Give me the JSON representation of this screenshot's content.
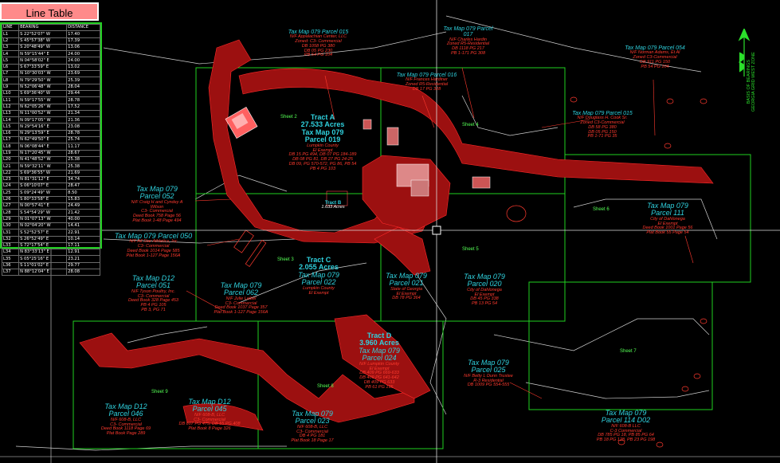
{
  "line_table": {
    "title": "Line Table",
    "headers": [
      "LINE",
      "BEARING",
      "DISTANCE"
    ],
    "rows": [
      [
        "L1",
        "S 22°52'07\" W",
        "17.40"
      ],
      [
        "L2",
        "S 45°57'38\" W",
        "17.39"
      ],
      [
        "L3",
        "S 20°48'49\" W",
        "13.06"
      ],
      [
        "L4",
        "N 59°15'44\" E",
        "24.00"
      ],
      [
        "L5",
        "N 04°58'02\" E",
        "24.00"
      ],
      [
        "L6",
        "S 67°33'59\" E",
        "13.02"
      ],
      [
        "L7",
        "N 10°30'03\" W",
        "23.69"
      ],
      [
        "L8",
        "N 79°29'50\" W",
        "25.39"
      ],
      [
        "L9",
        "N 52°06'48\" W",
        "28.04"
      ],
      [
        "L10",
        "S 69°36'40\" W",
        "29.44"
      ],
      [
        "L11",
        "N 59°17'55\" W",
        "28.78"
      ],
      [
        "L12",
        "N 62°05'26\" W",
        "17.52"
      ],
      [
        "L13",
        "N 11°00'52\" W",
        "21.34"
      ],
      [
        "L14",
        "N 09°17'05\" W",
        "21.36"
      ],
      [
        "L15",
        "N 29°54'16\" E",
        "23.08"
      ],
      [
        "L16",
        "N 29°13'59\" E",
        "28.78"
      ],
      [
        "L17",
        "N 62°49'50\" E",
        "25.74"
      ],
      [
        "L18",
        "N 06°08'44\" E",
        "11.17"
      ],
      [
        "L19",
        "N 17°20'45\" W",
        "28.67"
      ],
      [
        "L20",
        "N 41°48'52\" W",
        "25.38"
      ],
      [
        "L21",
        "N 59°32'11\" W",
        "25.38"
      ],
      [
        "L22",
        "S 69°36'55\" W",
        "21.69"
      ],
      [
        "L23",
        "N 81°31'12\" E",
        "34.74"
      ],
      [
        "L24",
        "S 06°10'07\" E",
        "28.47"
      ],
      [
        "L25",
        "S 09°24'49\" W",
        "8.50"
      ],
      [
        "L26",
        "S 80°33'58\" E",
        "15.83"
      ],
      [
        "L27",
        "N 00°57'41\" E",
        "24.49"
      ],
      [
        "L28",
        "S 54°54'29\" W",
        "21.42"
      ],
      [
        "L29",
        "N 01°07'13\" W",
        "40.00"
      ],
      [
        "L30",
        "N 02°04'20\" W",
        "14.41"
      ],
      [
        "L31",
        "S 52°52'57\" E",
        "22.91"
      ],
      [
        "L32",
        "S 26°52'49\" E",
        "10.14"
      ],
      [
        "L33",
        "S 72°17'54\" E",
        "17.11"
      ],
      [
        "L34",
        "N 83°33'13\" E",
        "12.91"
      ],
      [
        "L35",
        "S 05°25'16\" E",
        "23.21"
      ],
      [
        "L36",
        "S 11°01'02\" E",
        "29.77"
      ],
      [
        "L37",
        "N 88°12'04\" E",
        "28.08"
      ]
    ]
  },
  "sheets": [
    "Sheet 2",
    "Sheet 3",
    "Sheet 4",
    "Sheet 5",
    "Sheet 6",
    "Sheet 7",
    "Sheet 8",
    "Sheet 9"
  ],
  "tracts": {
    "a": {
      "title": "Tract A",
      "acres": "27.533 Acres",
      "tm": "Tax Map 079",
      "parcel": "Parcel 019",
      "lines": [
        "Lumpkin County",
        "El Exempt",
        "DB 15 PG 494, DB 07 PG 184-189",
        "DB 08 PG 81, DB 27 PG 24-25",
        "DB 09, PG 570-572, PG 86, PB 54",
        "PB 4 PG 103"
      ]
    },
    "b": {
      "title": "Tract B",
      "acres": "1.633 Acres"
    },
    "c": {
      "title": "Tract C",
      "acres": "2.055 Acres",
      "tm": "Tax Map 079",
      "parcel": "Parcel 022",
      "lines": [
        "Lumpkin County",
        "El Exempt"
      ]
    },
    "d": {
      "title": "Tract D",
      "acres": "3.960 Acres",
      "tm": "Tax Map 079",
      "parcel": "Parcel 024",
      "lines": [
        "N/F Lumpkin County",
        "El Exempt",
        "DB 409 PG 669-633",
        "DB 409 PG 641-642",
        "DB 409 PG 633",
        "PB 61 PG 195"
      ]
    }
  },
  "parcels": {
    "p015_top": {
      "tm": "Tax Map 079 Parcel 015",
      "lines": [
        "N/F Appalachian Center, LLC",
        "Zoned: C3- Commercial",
        "DB 1058 PG 380",
        "DB 05 PG 230",
        "PB 54 PG 104"
      ]
    },
    "p017": {
      "tm": "Tax Map 079 Parcel",
      "parcel": "017",
      "lines": [
        "N/F Charles Hardin",
        "Zoned R5-Residential",
        "DB 1118 PG 217",
        "PB 1-171 PG 308"
      ]
    },
    "p016": {
      "tm": "Tax Map 079 Parcel 016",
      "lines": [
        "N/F Frances Hardiner",
        "Zoned R5-Residential",
        "DB 17 PG 328"
      ]
    },
    "p054": {
      "tm": "Tax Map 079 Parcel 054",
      "lines": [
        "N/F Norman Adams, Et Al",
        "Zoned C3-Commercial",
        "DB 911 PG 150",
        "PB 54 PG 104"
      ]
    },
    "p015_right": {
      "tm": "Tax Map 079 Parcel 015",
      "lines": [
        "N/F Douglass H. Cook Sr.",
        "Zoned C3-Commercial",
        "DB 58 PG 380",
        "DB 05 PG 150",
        "PB 1-71 PG 35"
      ]
    },
    "p052": {
      "tm": "Tax Map 079",
      "parcel": "Parcel 052",
      "lines": [
        "N/F Craig H and Cyndey A",
        "Wilson",
        "C3- Commercial",
        "Deed Book 758 Page 56",
        "Plat Book 1-48 Page 494"
      ]
    },
    "p050": {
      "tm": "Tax Map 079 Parcel 050",
      "lines": [
        "N/F All Star Athletics, Inc",
        "C3- Commercial",
        "Deed Book 1014 Page 585",
        "Plat Book 1-127 Page 156A"
      ]
    },
    "d12_051": {
      "tm": "Tax Map D12",
      "parcel": "Parcel 051",
      "lines": [
        "N/F Tyson Poultry, Inc.",
        "C3- Commercial",
        "Deed Book 328 Page 453",
        "PB 4 PG 105",
        "PB 3, PG 71"
      ]
    },
    "p062": {
      "tm": "Tax Map 079",
      "parcel": "Parcel 062",
      "lines": [
        "N/F Julie Leibel",
        "C3- Commercial",
        "Deed Book 1037 Page 357",
        "Plat Book 1-127 Page 156A"
      ]
    },
    "p021": {
      "tm": "Tax Map 079",
      "parcel": "Parcel 021",
      "lines": [
        "State of Georgia",
        "El Exempt",
        "DB 78 PG 364"
      ]
    },
    "p020": {
      "tm": "Tax Map 079",
      "parcel": "Parcel 020",
      "lines": [
        "City of Dahlonega",
        "El Exempt",
        "DB 45 PG 338",
        "PB 13 PG 54"
      ]
    },
    "p111": {
      "tm": "Tax Map 079",
      "parcel": "Parcel 111",
      "lines": [
        "City of Dahlonega",
        "El Exempt",
        "Deed Book 1001 Page 56",
        "Plat Book 55 Page 54"
      ]
    },
    "p025": {
      "tm": "Tax Map 079",
      "parcel": "Parcel 025",
      "lines": [
        "N/F Betty L Dunn Trustee",
        "R-3 Residential",
        "DB 1009 PG 554-555"
      ]
    },
    "d12_046": {
      "tm": "Tax Map D12",
      "parcel": "Parcel 046",
      "lines": [
        "N/F 608-B, LLC",
        "C3- Commercial",
        "Deed Book 1118 Page 69",
        "Plat Book Page 289"
      ]
    },
    "d12_045": {
      "tm": "Tax Map D12",
      "parcel": "Parcel 045",
      "lines": [
        "N/F 608-B, LLC",
        "C3- Commercial",
        "DB 807 PG 475, DB 55 PG 408",
        "Plat Book 8 Page 326"
      ]
    },
    "p023": {
      "tm": "Tax Map 079",
      "parcel": "Parcel 023",
      "lines": [
        "N/F 608-B, LLC",
        "C3- Commercial",
        "DB 4 PG 181",
        "Plat Book 18 Page 17"
      ]
    },
    "p114": {
      "tm": "Tax Map 079",
      "parcel": "Parcel 114 D02",
      "lines": [
        "N/F 608-B LLC",
        "C-3 Commercial",
        "DB 785 PG 18, PB 85 PG 64",
        "PB 18 PG 128, PB 23 PG 198"
      ]
    }
  },
  "north_arrow": {
    "lines": [
      "BASIS OF BEARINGS",
      "GEORGIA GRID WEST ZONE"
    ]
  },
  "colors": {
    "background": "#000000",
    "parcel_text": "#2fd0dd",
    "deed_text": "#ff3a2e",
    "sheet_frame": "#21d021",
    "road": "#b31212"
  }
}
